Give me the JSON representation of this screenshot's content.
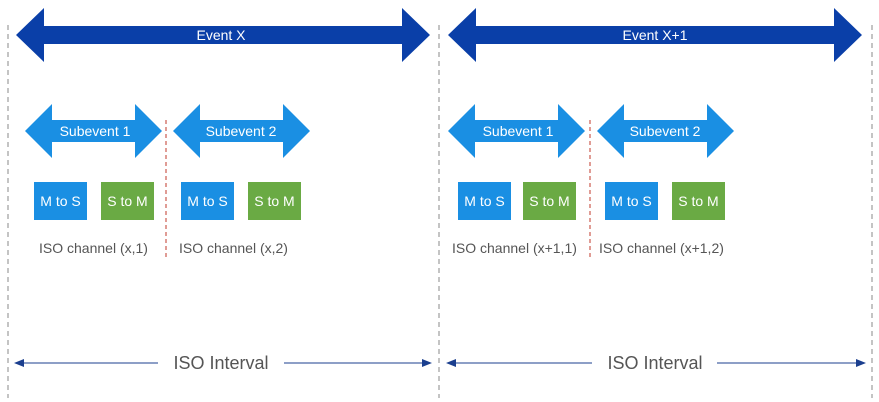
{
  "colors": {
    "event_arrow": "#0A3FA8",
    "subevent_arrow": "#1A8FE3",
    "m_to_s_box": "#1A8FE3",
    "s_to_m_box": "#6AAA44",
    "subevent_divider": "#C0392B",
    "interval_divider": "#888888",
    "text_gray": "#555555",
    "interval_line": "#1B3F8F"
  },
  "events": [
    {
      "label": "Event X",
      "interval_label": "ISO Interval",
      "subevents": [
        {
          "label": "Subevent 1",
          "m_to_s": "M to S",
          "s_to_m": "S to M",
          "channel": "ISO channel (x,1)"
        },
        {
          "label": "Subevent 2",
          "m_to_s": "M to S",
          "s_to_m": "S to M",
          "channel": "ISO channel (x,2)"
        }
      ]
    },
    {
      "label": "Event X+1",
      "interval_label": "ISO Interval",
      "subevents": [
        {
          "label": "Subevent 1",
          "m_to_s": "M to S",
          "s_to_m": "S to M",
          "channel": "ISO channel (x+1,1)"
        },
        {
          "label": "Subevent 2",
          "m_to_s": "M to S",
          "s_to_m": "S to M",
          "channel": "ISO channel (x+1,2)"
        }
      ]
    }
  ]
}
